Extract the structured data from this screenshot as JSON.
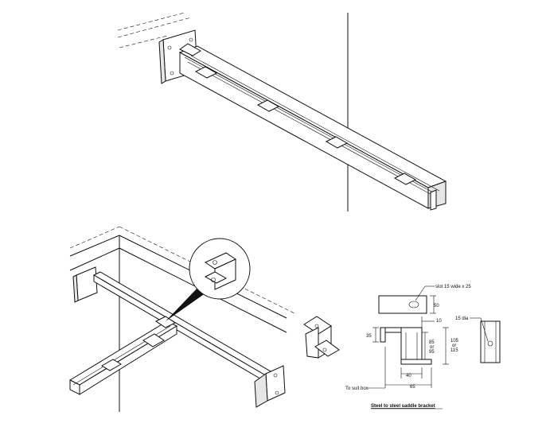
{
  "labels": {
    "slot": "slot 15 wide x 25",
    "dim_50": "50",
    "dim_10": "10",
    "dim_15dia": "15 dia",
    "dim_35": "35",
    "dim_85": "85",
    "dim_or1": "or",
    "dim_95": "95",
    "dim_105": "105",
    "dim_or2": "or",
    "dim_115": "115",
    "dim_40": "40",
    "dim_65": "65",
    "to_suit_box": "To suit box",
    "caption": "Steel to steel saddle bracket"
  }
}
